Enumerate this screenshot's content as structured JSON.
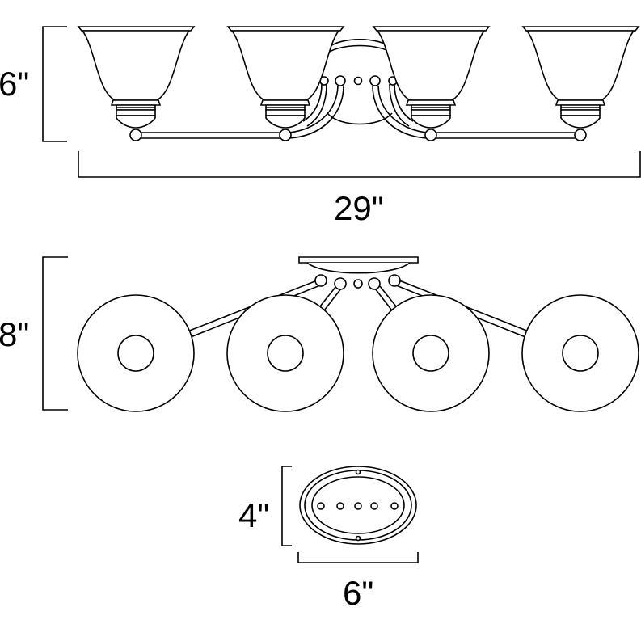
{
  "front_view": {
    "height_label": "6\"",
    "width_label": "29\""
  },
  "top_view": {
    "depth_label": "8\""
  },
  "backplate_view": {
    "height_label": "4\"",
    "width_label": "6\""
  },
  "colors": {
    "line": "#000000",
    "background": "#ffffff"
  }
}
